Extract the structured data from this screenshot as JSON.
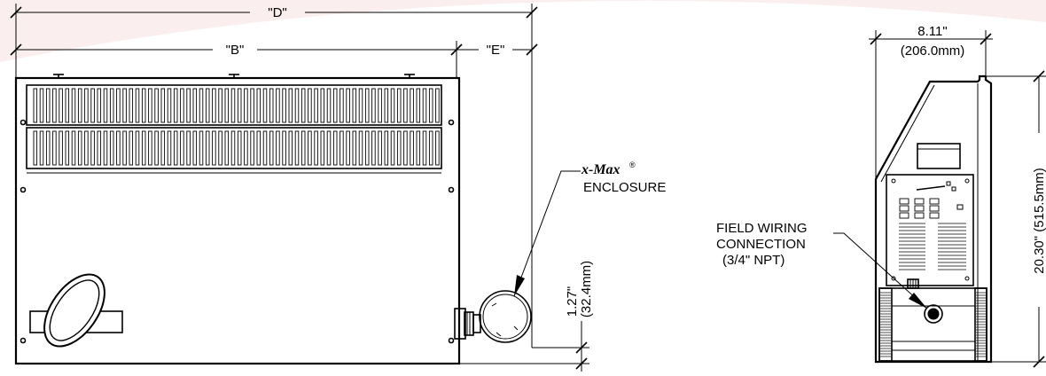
{
  "dimensions": {
    "d_label": "\"D\"",
    "b_label": "\"B\"",
    "e_label": "\"E\"",
    "flange_in": "1.27\"",
    "flange_mm": "(32.4mm)",
    "depth_in": "8.11\"",
    "depth_mm": "(206.0mm)",
    "height": "20.30\" (515.5mm)"
  },
  "callouts": {
    "brand": "x-Max",
    "brand_mark": "®",
    "enclosure": "ENCLOSURE",
    "field_wiring_line1": "FIELD WIRING",
    "field_wiring_line2": "CONNECTION",
    "field_wiring_line3": "(3/4\" NPT)"
  },
  "colors": {
    "watermark": "#f3dada",
    "line": "#000000"
  }
}
